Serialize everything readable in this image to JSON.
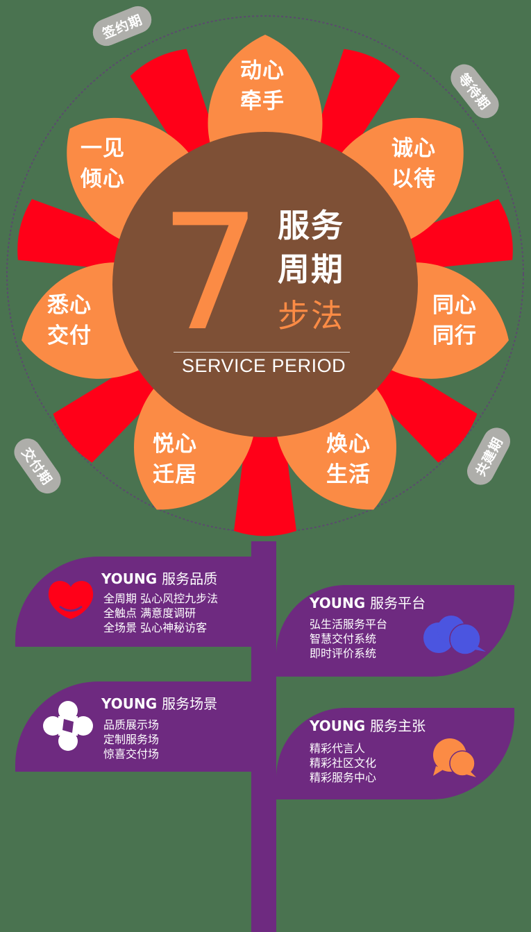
{
  "center": {
    "number": "7",
    "title_line1": "服务",
    "title_line2": "周期",
    "title_line3": "步法",
    "subtitle": "SERVICE PERIOD"
  },
  "petals": [
    {
      "line1": "动心",
      "line2": "牵手"
    },
    {
      "line1": "诚心",
      "line2": "以待"
    },
    {
      "line1": "同心",
      "line2": "同行"
    },
    {
      "line1": "焕心",
      "line2": "生活"
    },
    {
      "line1": "悦心",
      "line2": "迁居"
    },
    {
      "line1": "悉心",
      "line2": "交付"
    },
    {
      "line1": "一见",
      "line2": "倾心"
    }
  ],
  "phases": [
    {
      "label": "签约期"
    },
    {
      "label": "等待期"
    },
    {
      "label": "共建期"
    },
    {
      "label": "交付期"
    }
  ],
  "leaves": [
    {
      "brand": "YOUNG",
      "title": "服务品质",
      "items": [
        "全周期 弘心风控九步法",
        "全触点 满意度调研",
        "全场景 弘心神秘访客"
      ],
      "icon": "heart-icon",
      "icon_color": "#ff0018"
    },
    {
      "brand": "YOUNG",
      "title": "服务平台",
      "items": [
        "弘生活服务平台",
        "智慧交付系统",
        "即时评价系统"
      ],
      "icon": "cloud-chat-icon",
      "icon_color": "#4b55e0"
    },
    {
      "brand": "YOUNG",
      "title": "服务场景",
      "items": [
        "品质展示场",
        "定制服务场",
        "惊喜交付场"
      ],
      "icon": "clover-icon",
      "icon_color": "#ffffff"
    },
    {
      "brand": "YOUNG",
      "title": "服务主张",
      "items": [
        "精彩代言人",
        "精彩社区文化",
        "精彩服务中心"
      ],
      "icon": "speech-bubbles-icon",
      "icon_color": "#fb8b45"
    }
  ],
  "colors": {
    "background": "#4a7350",
    "outer_petal": "#ff0018",
    "inner_petal": "#fb8b45",
    "center": "#7e5036",
    "stem": "#6e2a80",
    "phase_pill": "#aeaeaa"
  }
}
